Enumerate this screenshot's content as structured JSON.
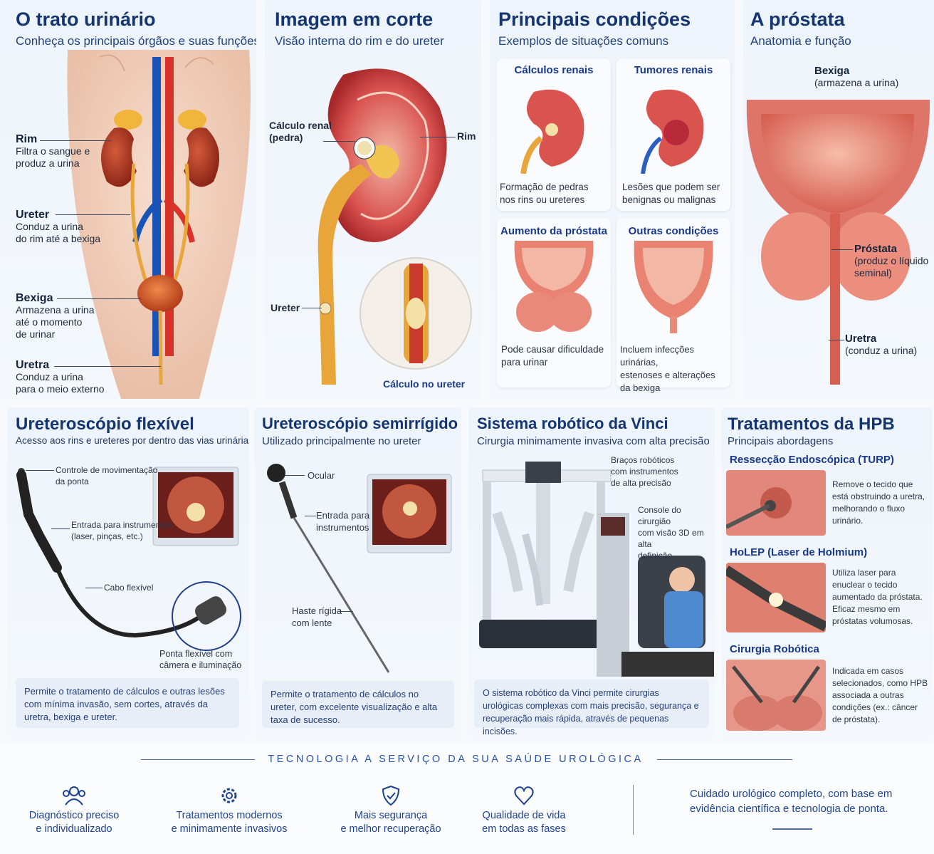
{
  "p1": {
    "title": "O trato urinário",
    "subtitle": "Conheça os principais órgãos e suas funções",
    "labels": [
      {
        "t": "Rim",
        "d1": "Filtra o sangue e",
        "d2": "produz a urina"
      },
      {
        "t": "Ureter",
        "d1": "Conduz a urina",
        "d2": "do rim até a bexiga"
      },
      {
        "t": "Bexiga",
        "d1": "Armazena a urina",
        "d2": "até o momento",
        "d3": "de urinar"
      },
      {
        "t": "Uretra",
        "d1": "Conduz a urina",
        "d2": "para o meio externo"
      }
    ]
  },
  "p2": {
    "title": "Imagem em corte",
    "subtitle": "Visão interna do rim e do ureter",
    "calc1": "Cálculo renal",
    "calc2": "(pedra)",
    "rim": "Rim",
    "ureter": "Ureter",
    "calcUreter": "Cálculo no ureter"
  },
  "p3": {
    "title": "Principais condições",
    "subtitle": "Exemplos de situações comuns",
    "cards": [
      {
        "t": "Cálculos renais",
        "d1": "Formação de pedras",
        "d2": "nos rins ou ureteres"
      },
      {
        "t": "Tumores renais",
        "d1": "Lesões que podem ser",
        "d2": "benignas ou malignas"
      },
      {
        "t": "Aumento da próstata",
        "d1": "Pode causar dificuldade",
        "d2": "para urinar"
      },
      {
        "t": "Outras condições",
        "d1": "Incluem infecções urinárias,",
        "d2": "estenoses e alterações",
        "d3": "da bexiga"
      }
    ]
  },
  "p4": {
    "title": "A próstata",
    "subtitle": "Anatomia e função",
    "bexiga": "Bexiga",
    "bexigaD": "(armazena a urina)",
    "prostata": "Próstata",
    "prostataD1": "(produz o líquido",
    "prostataD2": "seminal)",
    "uretra": "Uretra",
    "uretraD": "(conduz a urina)"
  },
  "p5": {
    "title": "Ureteroscópio flexível",
    "subtitle": "Acesso aos rins e ureteres por dentro das vias urinárias",
    "l1a": "Controle de movimentação",
    "l1b": "da ponta",
    "l2a": "Entrada para instrumentos",
    "l2b": "(laser, pinças, etc.)",
    "l3": "Cabo flexível",
    "l4a": "Ponta flexível com",
    "l4b": "câmera e iluminação",
    "note": "Permite o tratamento de cálculos e outras lesões com mínima invasão, sem cortes, através da uretra, bexiga e ureter."
  },
  "p6": {
    "title": "Ureteroscópio semirrígido",
    "subtitle": "Utilizado principalmente no ureter",
    "l1": "Ocular",
    "l2a": "Entrada para",
    "l2b": "instrumentos",
    "l3a": "Haste rígida",
    "l3b": "com lente",
    "note": "Permite o tratamento de cálculos no ureter, com excelente visualização e alta taxa de sucesso."
  },
  "p7": {
    "title": "Sistema robótico da Vinci",
    "subtitle": "Cirurgia minimamente invasiva com alta precisão",
    "l1a": "Braços robóticos",
    "l1b": "com instrumentos",
    "l1c": "de alta precisão",
    "l2a": "Console do cirurgião",
    "l2b": "com visão 3D em alta",
    "l2c": "definição",
    "note": "O sistema robótico da Vinci permite cirurgias urológicas complexas com mais precisão, segurança e recuperação mais rápida, através de pequenas incisões."
  },
  "p8": {
    "title": "Tratamentos da HPB",
    "subtitle": "Principais abordagens",
    "items": [
      {
        "t": "Ressecção Endoscópica (TURP)",
        "d": [
          "Remove o tecido que",
          "está obstruindo a uretra,",
          "melhorando o fluxo",
          "urinário."
        ]
      },
      {
        "t": "HoLEP (Laser de Holmium)",
        "d": [
          "Utiliza laser para",
          "enuclear o tecido",
          "aumentado da próstata.",
          "Eficaz mesmo em",
          "próstatas volumosas."
        ]
      },
      {
        "t": "Cirurgia Robótica",
        "d": [
          "Indicada em casos",
          "selecionados, como HPB",
          "associada a outras",
          "condições (ex.: câncer",
          "de próstata)."
        ]
      }
    ]
  },
  "footer": {
    "banner": "TECNOLOGIA A SERVIÇO DA SUA SAÚDE UROLÓGICA",
    "items": [
      {
        "icon": "people-icon",
        "a": "Diagnóstico preciso",
        "b": "e individualizado"
      },
      {
        "icon": "gear-icon",
        "a": "Tratamentos modernos",
        "b": "e minimamente invasivos"
      },
      {
        "icon": "shield-check-icon",
        "a": "Mais segurança",
        "b": "e melhor recuperação"
      },
      {
        "icon": "heart-icon",
        "a": "Qualidade de vida",
        "b": "em todas as fases"
      }
    ],
    "closing1": "Cuidado urológico completo, com base em",
    "closing2": "evidência científica e tecnologia de ponta."
  },
  "colors": {
    "brand": "#14356f",
    "accent": "#1d4290",
    "tissue": "#d9534f"
  }
}
